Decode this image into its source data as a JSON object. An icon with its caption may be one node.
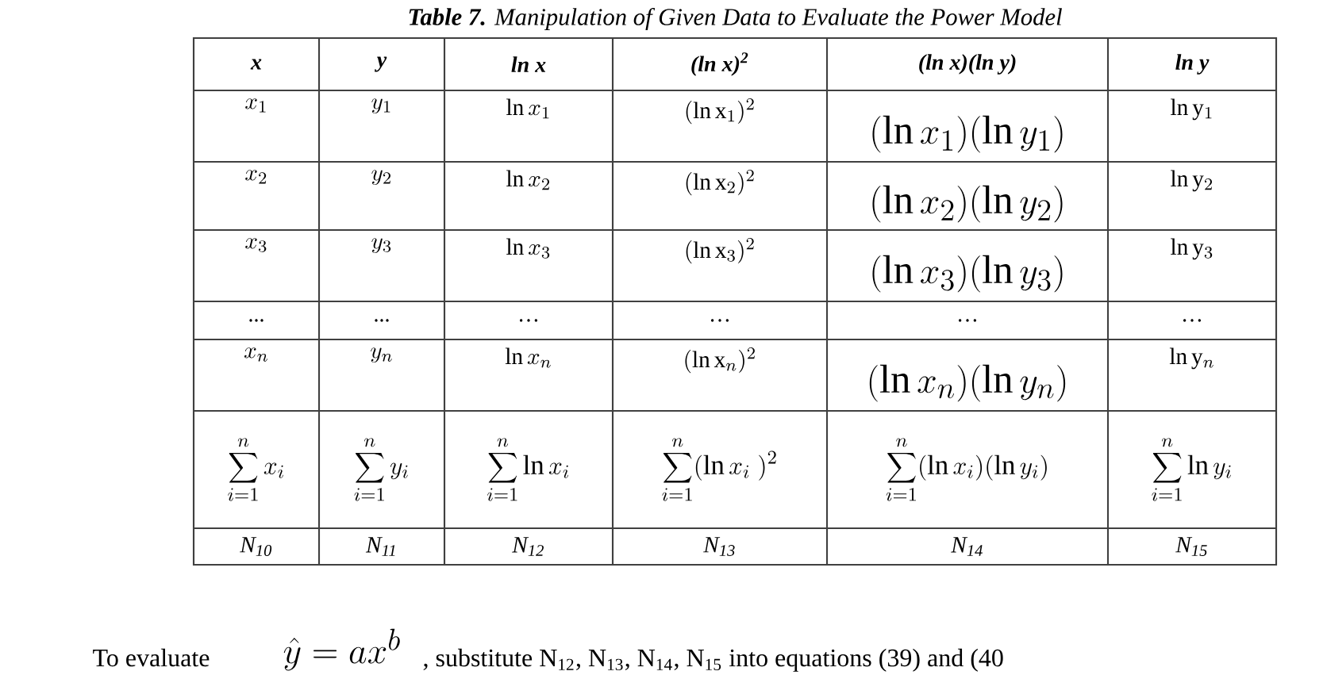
{
  "diagram": {
    "title": "**Table 7.** Manipulation of Given Data to Evaluate the Power Model",
    "labels": [
      "x",
      "y",
      "ln x",
      "(ln x)$^{2}$",
      "(ln x)(ln y)",
      "ln y",
      "x_{1}",
      "y_{1}",
      "\\ln x_{1}",
      "(\\ln \\mathrm{x}_{1})^{2}",
      "(\\ln x_{1})(\\ln y_{1})",
      "\\ln \\mathrm{y}_{1}",
      "x_{2}",
      "y_{2}",
      "\\ln x_{2}",
      "(\\ln \\mathrm{x}_{2})^{2}",
      "(\\ln x_{2})(\\ln y_{2})",
      "\\ln \\mathrm{y}_{2}",
      "x_{3}",
      "y_{3}",
      "\\ln x_{3}",
      "(\\ln \\mathrm{x}_{3})^{2}",
      "(\\ln x_{3})(\\ln y_{3})",
      "\\ln \\mathrm{y}_{3}",
      "...",
      "...",
      "…",
      "…",
      "…",
      "…",
      "x_{n}",
      "y_{n}",
      "\\ln x_{n}",
      "(\\ln \\mathrm{x}_{n})^{2}",
      "(\\ln x_{n})(\\ln y_{n})",
      "\\ln \\mathrm{y}_{n}",
      "\\sum_{i=1}^{n} x_{i}",
      "\\sum_{i=1}^{n} y_{i}",
      "\\sum_{i=1}^{n} \\ln x_{i}",
      "\\sum_{i=1}^{n} (\\ln x_{i}\\ )^{2}",
      "\\sum_{i=1}^{n} (\\ln x_{i})(\\ln y_{i})",
      "\\sum_{i=1}^{n} \\ln y_{i}",
      "N$_{10}$",
      "N$_{11}$",
      "N$_{12}$",
      "N$_{13}$",
      "N$_{14}$",
      "N$_{15}$",
      "To evaluate",
      "\\hat{y} = ax^{b}",
      ", substitute N$_{12}$, N$_{13}$, N$_{14}$, N$_{15}$ into equations (39) and (40"
    ]
  }
}
